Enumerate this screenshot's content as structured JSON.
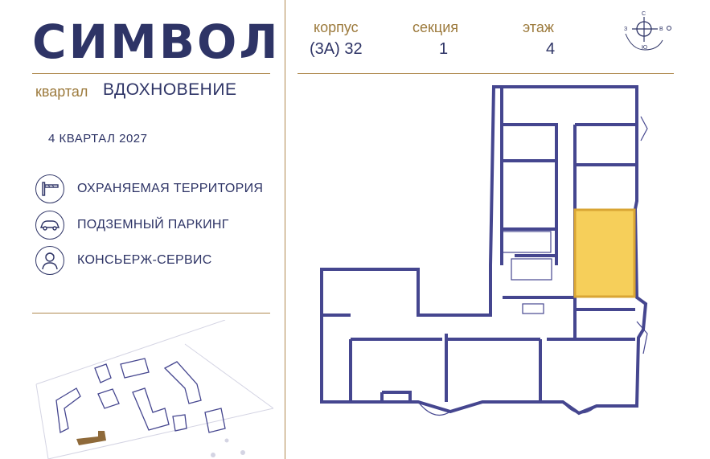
{
  "brand": {
    "logo_text": "СИМВОЛ"
  },
  "quarter": {
    "label": "квартал",
    "name": "ВДОХНОВЕНИЕ"
  },
  "deadline": "4 КВАРТАЛ 2027",
  "features": [
    {
      "icon": "barrier-icon",
      "label": "ОХРАНЯЕМАЯ ТЕРРИТОРИЯ"
    },
    {
      "icon": "car-icon",
      "label": "ПОДЗЕМНЫЙ ПАРКИНГ"
    },
    {
      "icon": "concierge-icon",
      "label": "КОНСЬЕРЖ-СЕРВИС"
    }
  ],
  "info": {
    "building": {
      "label": "корпус",
      "value": "(3А) 32"
    },
    "section": {
      "label": "секция",
      "value": "1"
    },
    "floor": {
      "label": "этаж",
      "value": "4"
    }
  },
  "compass": {
    "n": "С",
    "s": "Ю",
    "w": "З",
    "e": "В"
  },
  "colors": {
    "navy": "#2e3466",
    "gold": "#b08a50",
    "highlight": "#f6cf5a",
    "map_building": "#8f6a3a"
  }
}
